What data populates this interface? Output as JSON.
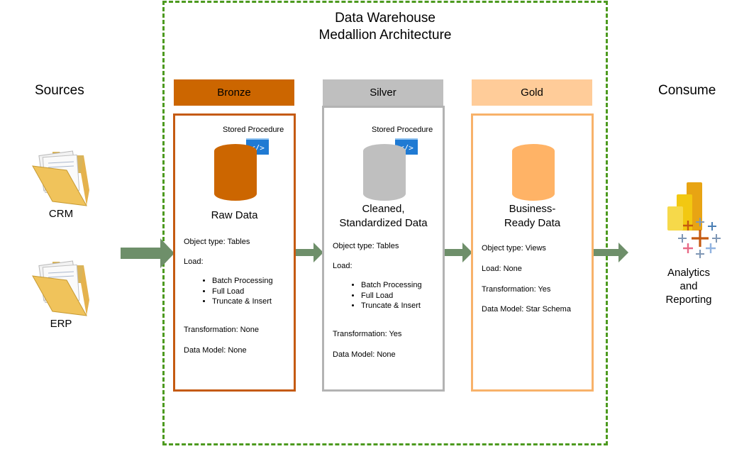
{
  "dw_title_line1": "Data Warehouse",
  "dw_title_line2": "Medallion Architecture",
  "sources": {
    "heading": "Sources",
    "items": [
      {
        "label": "CRM",
        "icon": "folder-icon"
      },
      {
        "label": "ERP",
        "icon": "folder-icon"
      }
    ]
  },
  "consume": {
    "heading": "Consume",
    "label_lines": [
      "Analytics",
      "and",
      "Reporting"
    ],
    "icons": [
      "power-bi-icon",
      "tableau-icon"
    ]
  },
  "layers": {
    "bronze": {
      "name": "Bronze",
      "header_color": "#cc6600",
      "border_color": "#c55a11",
      "db_color": "#cc6600",
      "stored_procedure": "Stored Procedure",
      "title_lines": [
        "Raw Data"
      ],
      "object_type": "Object type: Tables",
      "load": "Load:",
      "load_items": [
        "Batch Processing",
        "Full Load",
        "Truncate & Insert"
      ],
      "transformation": "Transformation: None",
      "data_model": "Data Model: None"
    },
    "silver": {
      "name": "Silver",
      "header_color": "#bfbfbf",
      "border_color": "#b3b3b3",
      "db_color": "#bfbfbf",
      "stored_procedure": "Stored Procedure",
      "title_lines": [
        "Cleaned,",
        "Standardized Data"
      ],
      "object_type": "Object type: Tables",
      "load": "Load:",
      "load_items": [
        "Batch Processing",
        "Full Load",
        "Truncate & Insert"
      ],
      "transformation": "Transformation: Yes",
      "data_model": "Data Model: None"
    },
    "gold": {
      "name": "Gold",
      "header_color": "#ffcc99",
      "border_color": "#f8b26a",
      "db_color": "#ffb366",
      "title_lines": [
        "Business-",
        "Ready Data"
      ],
      "object_type": "Object type: Views",
      "load": "Load: None",
      "transformation": "Transformation: Yes",
      "data_model": "Data Model: Star Schema"
    }
  },
  "colors": {
    "arrow": "#6e8f6a",
    "dashed_border": "#4d9a1f"
  }
}
